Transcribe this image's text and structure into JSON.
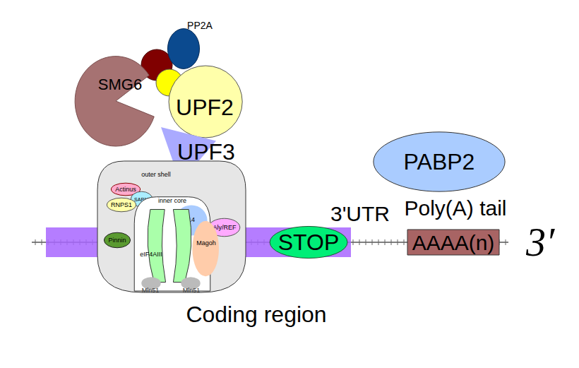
{
  "diagram": {
    "nodes": [
      {
        "text": [
          "PP2A"
        ]
      },
      {
        "text": [
          "SMG6"
        ]
      },
      {
        "text": [
          "UPF2"
        ]
      },
      {
        "text": [
          "UPF3"
        ]
      },
      {
        "text": [
          "outer shell"
        ]
      },
      {
        "text": [
          "Actinus"
        ],
        "in": 4
      },
      {
        "text": [
          "SAP18"
        ],
        "in": 4
      },
      {
        "text": [
          "RNPS1"
        ],
        "in": 4
      },
      {
        "text": [
          "Aly/REF"
        ],
        "in": 4
      },
      {
        "text": [
          "Pinnin"
        ],
        "in": 4
      },
      {
        "text": [
          "inner core"
        ],
        "in": 4
      },
      {
        "text": [
          "Y14"
        ],
        "in": 10
      },
      {
        "text": [
          "Magoh"
        ],
        "in": 10
      },
      {
        "text": [
          "eIF4AIII"
        ],
        "in": 10
      },
      {
        "text": [
          "Mln51"
        ],
        "in": 10
      },
      {
        "text": [
          "Mln51"
        ],
        "in": 10
      },
      {
        "text": [
          "STOP"
        ]
      },
      {
        "text": [
          "PABP2"
        ]
      },
      {
        "text": [
          "AAAA(n)"
        ]
      }
    ],
    "labels": [
      "3'UTR",
      "Poly(A) tail",
      "3′",
      "Coding region"
    ]
  }
}
